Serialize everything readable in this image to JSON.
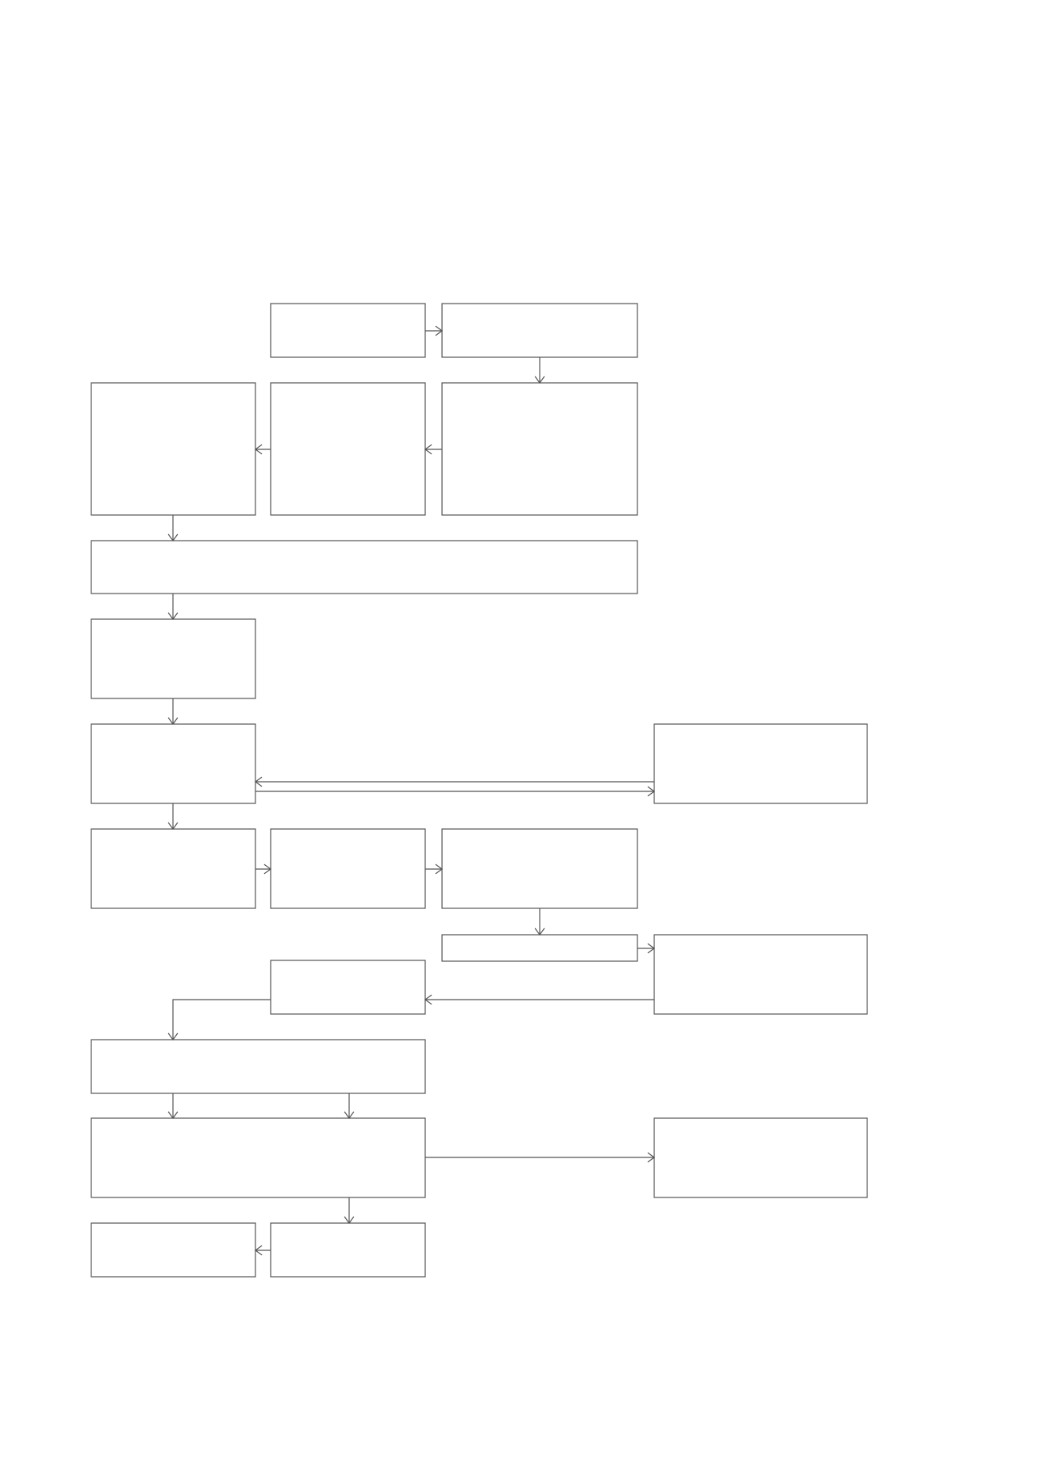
{
  "diagram": {
    "kind": "flowchart",
    "stroke_color": "#555555",
    "background_color": "#ffffff",
    "nodes": [
      {
        "id": "n1",
        "text": ""
      },
      {
        "id": "n2",
        "text": ""
      },
      {
        "id": "n3",
        "text": ""
      },
      {
        "id": "n4",
        "text": ""
      },
      {
        "id": "n5",
        "text": ""
      },
      {
        "id": "n6",
        "text": ""
      },
      {
        "id": "n7",
        "text": ""
      },
      {
        "id": "n8",
        "text": ""
      },
      {
        "id": "n9",
        "text": ""
      },
      {
        "id": "n10",
        "text": ""
      },
      {
        "id": "n11",
        "text": ""
      },
      {
        "id": "n12",
        "text": ""
      },
      {
        "id": "n13",
        "text": ""
      },
      {
        "id": "n14",
        "text": ""
      },
      {
        "id": "n15",
        "text": ""
      },
      {
        "id": "n16",
        "text": ""
      },
      {
        "id": "n17",
        "text": ""
      },
      {
        "id": "n18",
        "text": ""
      },
      {
        "id": "n19",
        "text": ""
      },
      {
        "id": "n20",
        "text": ""
      },
      {
        "id": "n21",
        "text": ""
      }
    ],
    "edges": [
      {
        "from": "n1",
        "to": "n2"
      },
      {
        "from": "n2",
        "to": "n5"
      },
      {
        "from": "n5",
        "to": "n4"
      },
      {
        "from": "n4",
        "to": "n3"
      },
      {
        "from": "n3",
        "to": "n6"
      },
      {
        "from": "n6",
        "to": "n7"
      },
      {
        "from": "n7",
        "to": "n8"
      },
      {
        "from": "n9",
        "to": "n8"
      },
      {
        "from": "n8",
        "to": "n9"
      },
      {
        "from": "n8",
        "to": "n10"
      },
      {
        "from": "n10",
        "to": "n11"
      },
      {
        "from": "n11",
        "to": "n12"
      },
      {
        "from": "n12",
        "to": "n13"
      },
      {
        "from": "n13",
        "to": "n14"
      },
      {
        "from": "n14",
        "to": "n15"
      },
      {
        "from": "n15",
        "to": "n16"
      },
      {
        "from": "n16",
        "to": "n17"
      },
      {
        "from": "n16",
        "to": "n17"
      },
      {
        "from": "n17",
        "to": "n18"
      },
      {
        "from": "n17",
        "to": "n20"
      },
      {
        "from": "n20",
        "to": "n19"
      }
    ]
  }
}
